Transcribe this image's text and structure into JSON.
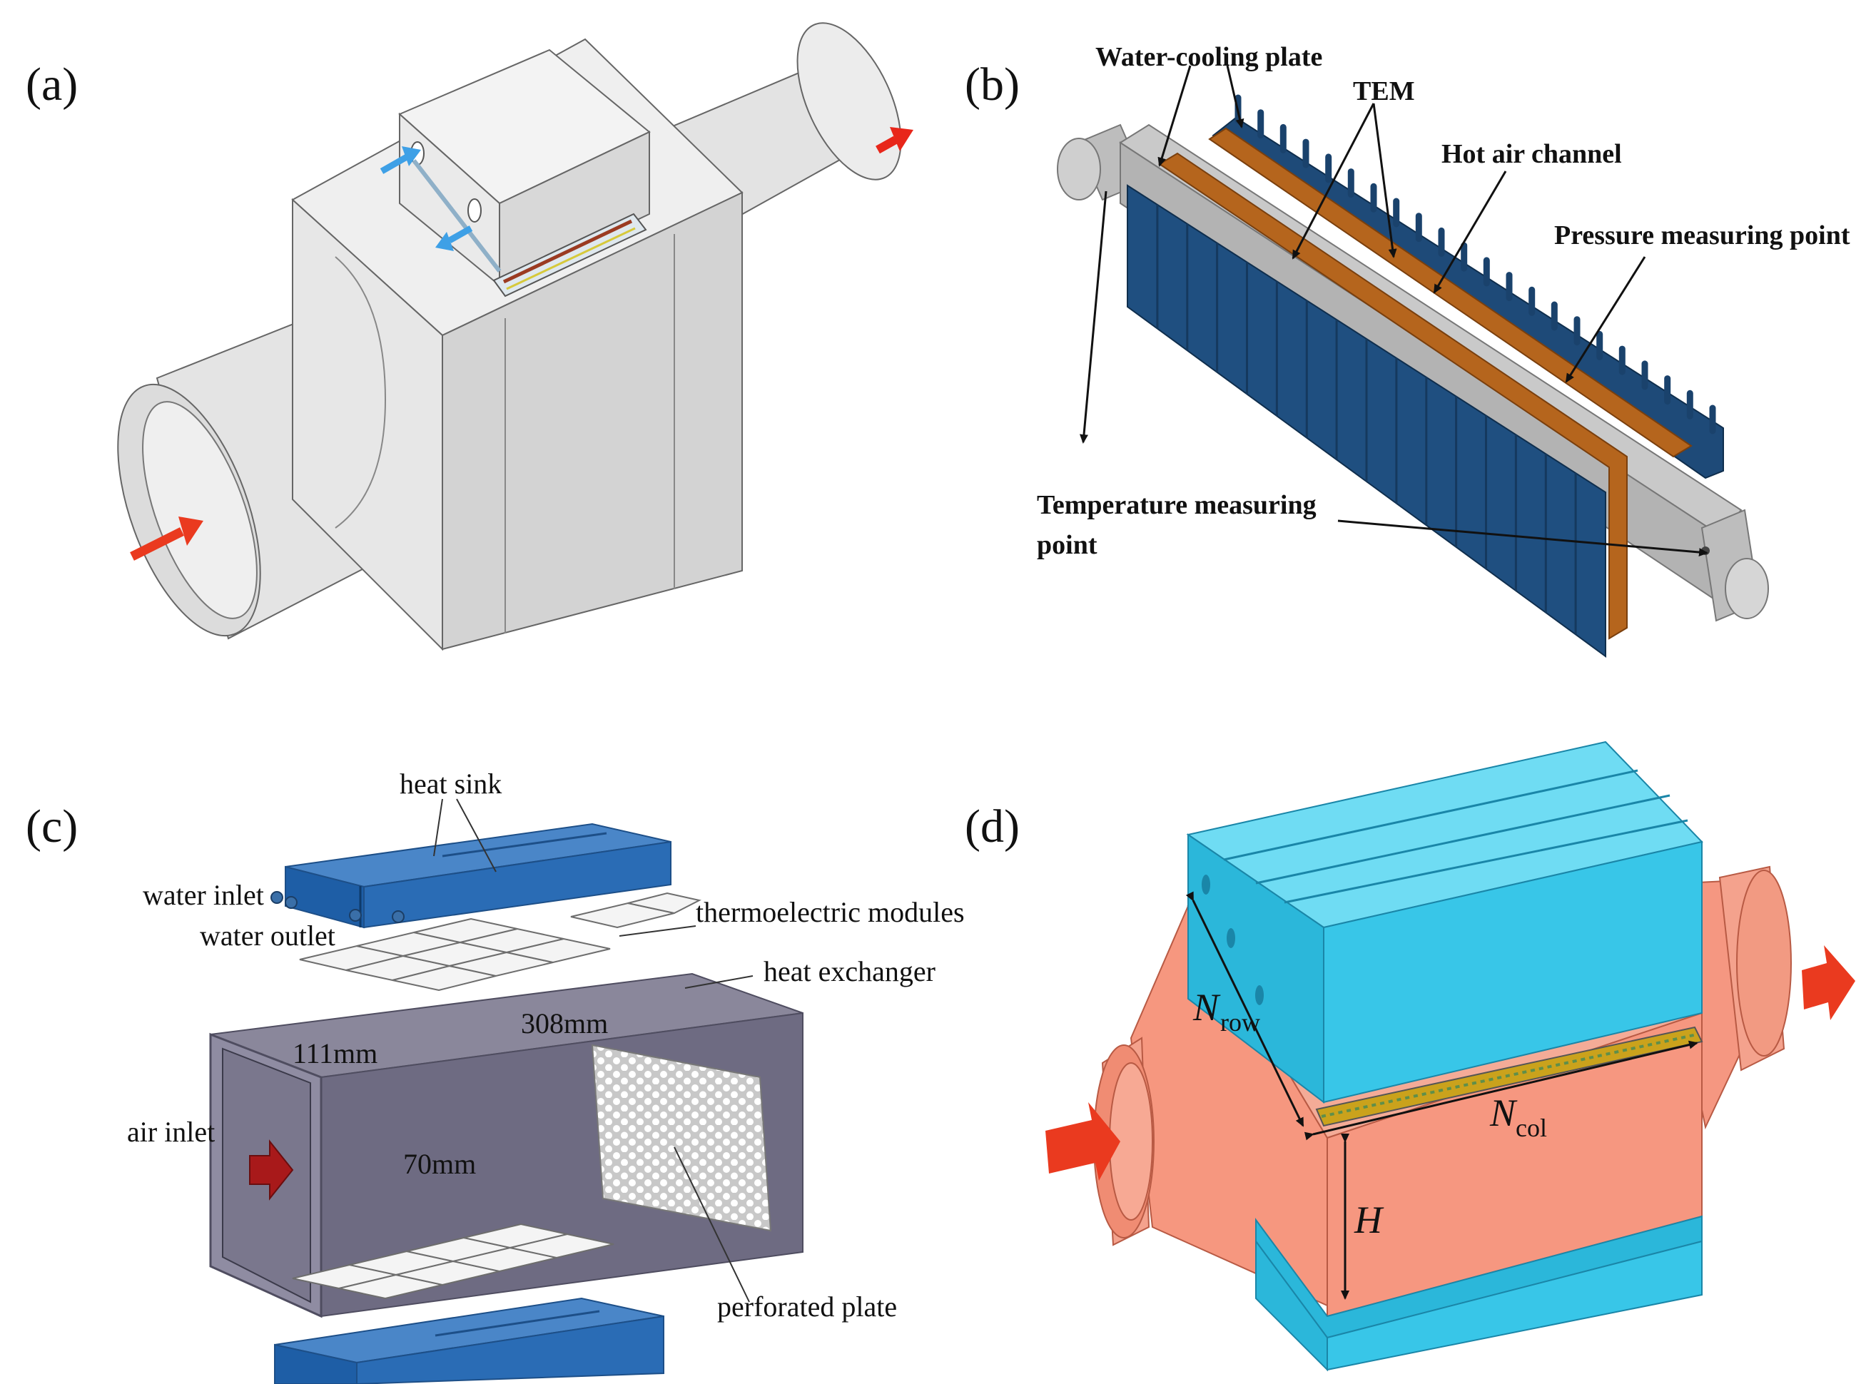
{
  "panels": {
    "a": {
      "label": "(a)"
    },
    "b": {
      "label": "(b)",
      "water_cooling_plate": "Water-cooling plate",
      "tem": "TEM",
      "hot_air_channel": "Hot air channel",
      "pressure_point": "Pressure measuring point",
      "temp_point_line1": "Temperature measuring",
      "temp_point_line2": "point"
    },
    "c": {
      "label": "(c)",
      "heat_sink": "heat sink",
      "water_inlet": "water inlet",
      "water_outlet": "water outlet",
      "thermoelectric_modules": "thermoelectric modules",
      "heat_exchanger": "heat exchanger",
      "dim_width": "111mm",
      "dim_length": "308mm",
      "dim_height": "70mm",
      "air_inlet": "air inlet",
      "perforated_plate": "perforated plate"
    },
    "d": {
      "label": "(d)",
      "n_row": "N",
      "n_row_sub": "row",
      "n_col": "N",
      "n_col_sub": "col",
      "h": "H"
    }
  },
  "colors": {
    "grey_light": "#e6e6e6",
    "grey_mid": "#cfcfcf",
    "navy": "#1e4a78",
    "copper": "#b5651d",
    "blue_sink": "#2f6fb3",
    "duct": "#7c7a90",
    "cyan": "#38c6e8",
    "salmon": "#f6977f",
    "arrow_red": "#ea3a1f",
    "arrow_blue": "#3ea0e6"
  }
}
